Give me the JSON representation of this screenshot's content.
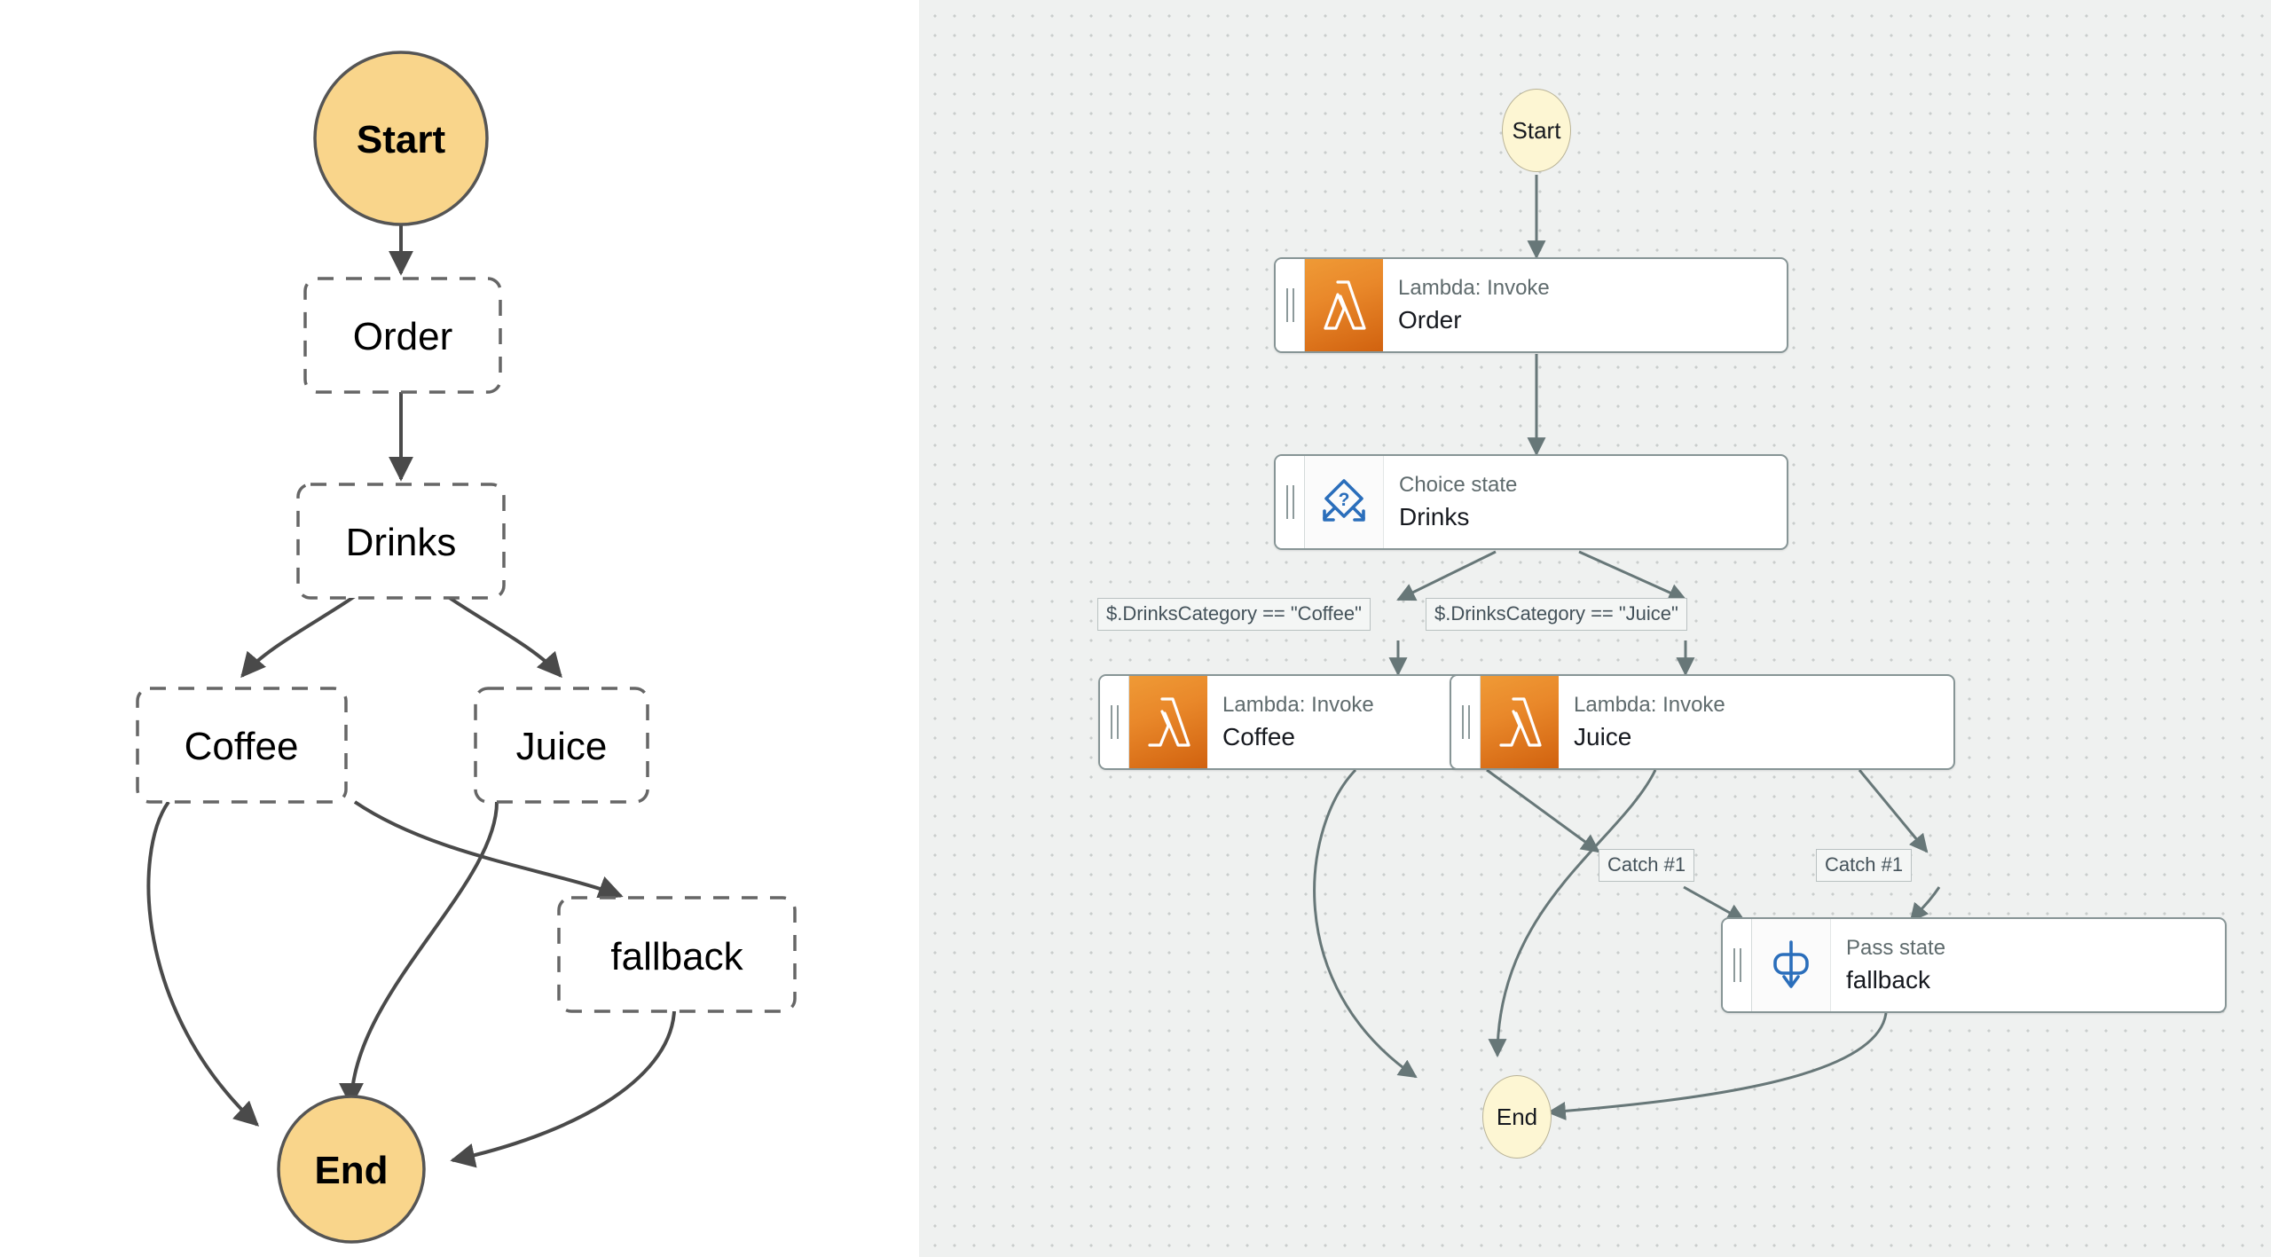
{
  "left_diagram": {
    "title": "state machine graph",
    "style": {
      "terminal_fill": "#f9d58b",
      "terminal_stroke": "#555555",
      "box_stroke": "#666666",
      "edge_color": "#4a4a4a",
      "background": "#ffffff"
    },
    "nodes": [
      {
        "id": "start",
        "label": "Start",
        "shape": "circle"
      },
      {
        "id": "order",
        "label": "Order",
        "shape": "dashed-box"
      },
      {
        "id": "drinks",
        "label": "Drinks",
        "shape": "dashed-box"
      },
      {
        "id": "coffee",
        "label": "Coffee",
        "shape": "dashed-box"
      },
      {
        "id": "juice",
        "label": "Juice",
        "shape": "dashed-box"
      },
      {
        "id": "fallback",
        "label": "fallback",
        "shape": "dashed-box"
      },
      {
        "id": "end",
        "label": "End",
        "shape": "circle"
      }
    ],
    "edges": [
      {
        "from": "start",
        "to": "order",
        "label": ""
      },
      {
        "from": "order",
        "to": "drinks",
        "label": ""
      },
      {
        "from": "drinks",
        "to": "coffee",
        "label": ""
      },
      {
        "from": "drinks",
        "to": "juice",
        "label": ""
      },
      {
        "from": "coffee",
        "to": "end",
        "label": ""
      },
      {
        "from": "coffee",
        "to": "fallback",
        "label": ""
      },
      {
        "from": "juice",
        "to": "end",
        "label": ""
      },
      {
        "from": "juice",
        "to": "fallback",
        "label": ""
      },
      {
        "from": "fallback",
        "to": "end",
        "label": ""
      }
    ]
  },
  "workflow_studio": {
    "style": {
      "canvas_background": "#eff1f0",
      "dot_color": "#c9cdcc",
      "lambda_orange": "#e0821c",
      "aws_blue": "#2a6ebb",
      "terminal_fill": "#fdf6d3",
      "edge_color": "#677778"
    },
    "start_node": {
      "label": "Start"
    },
    "end_node": {
      "label": "End"
    },
    "states": [
      {
        "id": "order",
        "type_label": "Lambda: Invoke",
        "name_label": "Order",
        "icon": "lambda-icon",
        "icon_kind": "lambda"
      },
      {
        "id": "drinks",
        "type_label": "Choice state",
        "name_label": "Drinks",
        "icon": "choice-diamond-icon",
        "icon_kind": "choice"
      },
      {
        "id": "coffee",
        "type_label": "Lambda: Invoke",
        "name_label": "Coffee",
        "icon": "lambda-icon",
        "icon_kind": "lambda"
      },
      {
        "id": "juice",
        "type_label": "Lambda: Invoke",
        "name_label": "Juice",
        "icon": "lambda-icon",
        "icon_kind": "lambda"
      },
      {
        "id": "fallback",
        "type_label": "Pass state",
        "name_label": "fallback",
        "icon": "pass-state-icon",
        "icon_kind": "pass"
      }
    ],
    "edge_labels": [
      {
        "id": "cond-coffee",
        "text": "$.DrinksCategory == \"Coffee\""
      },
      {
        "id": "cond-juice",
        "text": "$.DrinksCategory == \"Juice\""
      },
      {
        "id": "catch-coffee",
        "text": "Catch #1"
      },
      {
        "id": "catch-juice",
        "text": "Catch #1"
      }
    ]
  },
  "chart_data": {
    "type": "diagram",
    "title": "AWS Step Functions state machine: drinks ordering workflow",
    "nodes": [
      {
        "id": "Start",
        "kind": "start-terminal"
      },
      {
        "id": "Order",
        "kind": "Task",
        "resource": "Lambda: Invoke"
      },
      {
        "id": "Drinks",
        "kind": "Choice"
      },
      {
        "id": "Coffee",
        "kind": "Task",
        "resource": "Lambda: Invoke"
      },
      {
        "id": "Juice",
        "kind": "Task",
        "resource": "Lambda: Invoke"
      },
      {
        "id": "fallback",
        "kind": "Pass"
      },
      {
        "id": "End",
        "kind": "end-terminal"
      }
    ],
    "edges": [
      {
        "from": "Start",
        "to": "Order",
        "label": ""
      },
      {
        "from": "Order",
        "to": "Drinks",
        "label": ""
      },
      {
        "from": "Drinks",
        "to": "Coffee",
        "label": "$.DrinksCategory == \"Coffee\""
      },
      {
        "from": "Drinks",
        "to": "Juice",
        "label": "$.DrinksCategory == \"Juice\""
      },
      {
        "from": "Coffee",
        "to": "End",
        "label": ""
      },
      {
        "from": "Coffee",
        "to": "fallback",
        "label": "Catch #1"
      },
      {
        "from": "Juice",
        "to": "End",
        "label": ""
      },
      {
        "from": "Juice",
        "to": "fallback",
        "label": "Catch #1"
      },
      {
        "from": "fallback",
        "to": "End",
        "label": ""
      }
    ]
  }
}
